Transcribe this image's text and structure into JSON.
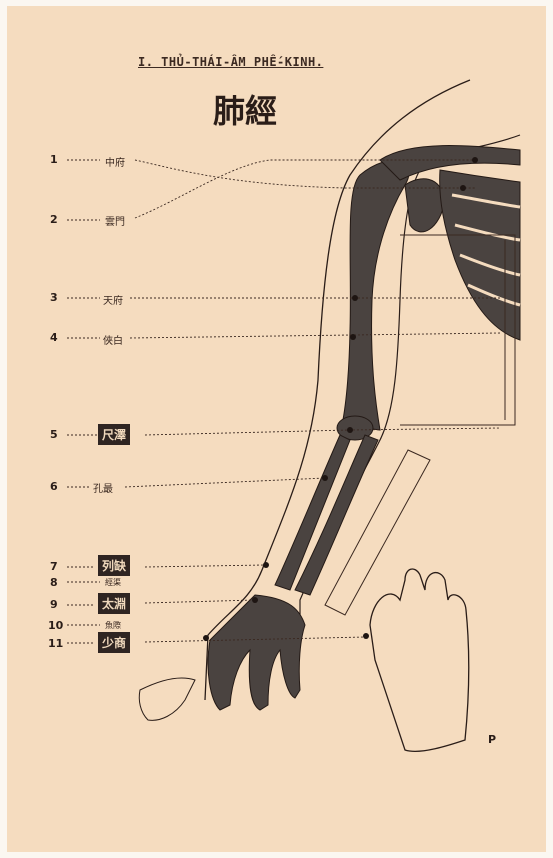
{
  "header": {
    "title": "I. THỦ-THÁI-ÂM PHẾ-KINH.",
    "chinese_title": "肺經"
  },
  "points": [
    {
      "number": "1",
      "label": "中府",
      "boxed": false
    },
    {
      "number": "2",
      "label": "雲門",
      "boxed": false
    },
    {
      "number": "3",
      "label": "天府",
      "boxed": false
    },
    {
      "number": "4",
      "label": "俠白",
      "boxed": false
    },
    {
      "number": "5",
      "label": "尺澤",
      "boxed": true
    },
    {
      "number": "6",
      "label": "孔最",
      "boxed": false
    },
    {
      "number": "7",
      "label": "列缺",
      "boxed": true
    },
    {
      "number": "8",
      "label": "經渠",
      "boxed": false
    },
    {
      "number": "9",
      "label": "太淵",
      "boxed": true
    },
    {
      "number": "10",
      "label": "魚際",
      "boxed": false
    },
    {
      "number": "11",
      "label": "少商",
      "boxed": true
    }
  ],
  "corner_mark": "P"
}
